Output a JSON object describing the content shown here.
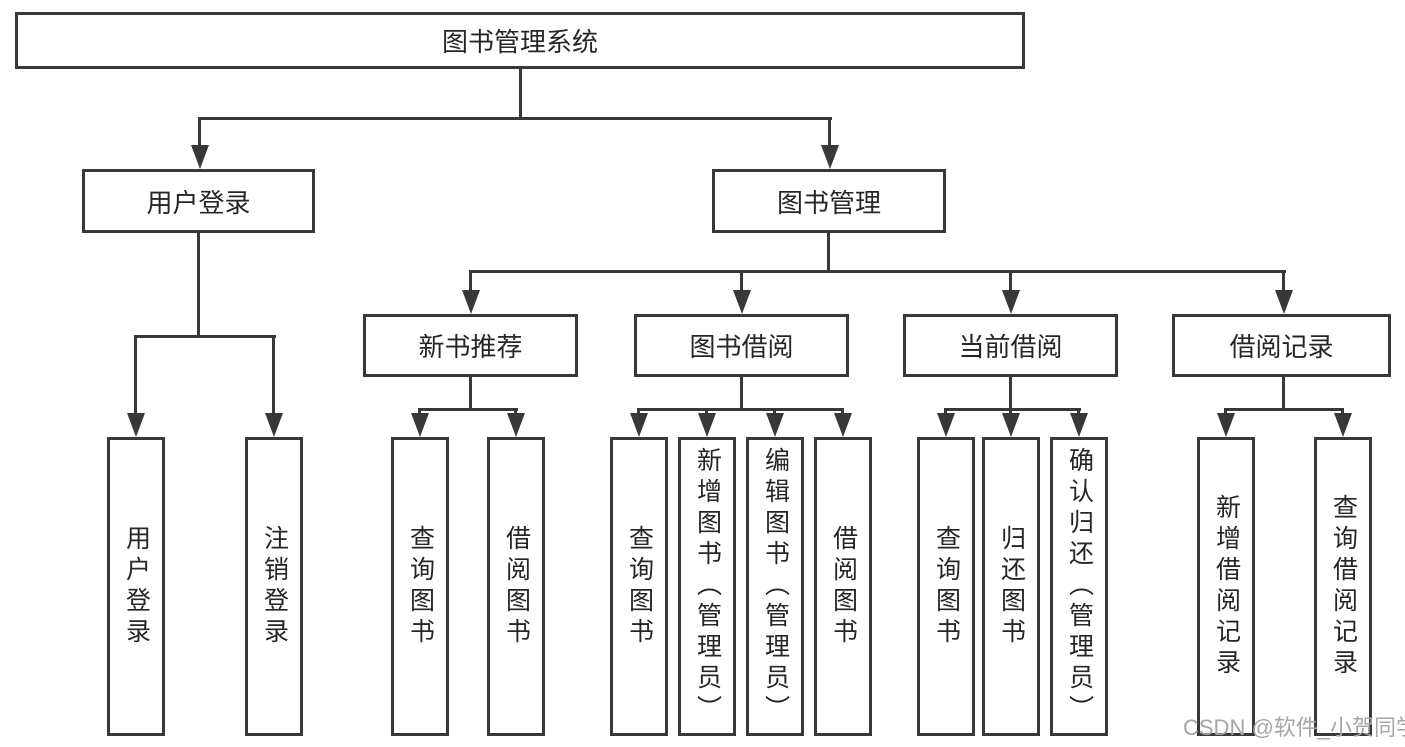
{
  "diagram": {
    "root": {
      "label": "图书管理系统"
    },
    "level1": [
      {
        "label": "用户登录",
        "children": [
          {
            "label": "用户登录"
          },
          {
            "label": "注销登录"
          }
        ]
      },
      {
        "label": "图书管理",
        "children": [
          {
            "label": "新书推荐",
            "children": [
              {
                "label": "查询图书"
              },
              {
                "label": "借阅图书"
              }
            ]
          },
          {
            "label": "图书借阅",
            "children": [
              {
                "label": "查询图书"
              },
              {
                "label": "新增图书（管理员）"
              },
              {
                "label": "编辑图书（管理员）"
              },
              {
                "label": "借阅图书"
              }
            ]
          },
          {
            "label": "当前借阅",
            "children": [
              {
                "label": "查询图书"
              },
              {
                "label": "归还图书"
              },
              {
                "label": "确认归还（管理员）"
              }
            ]
          },
          {
            "label": "借阅记录",
            "children": [
              {
                "label": "新增借阅记录"
              },
              {
                "label": "查询借阅记录"
              }
            ]
          }
        ]
      }
    ]
  },
  "watermark": {
    "text": "CSDN @软件_小贺同学"
  },
  "colors": {
    "line": "#383838",
    "text": "#262626",
    "watermark": "#a6a6a6",
    "background": "#ffffff"
  }
}
